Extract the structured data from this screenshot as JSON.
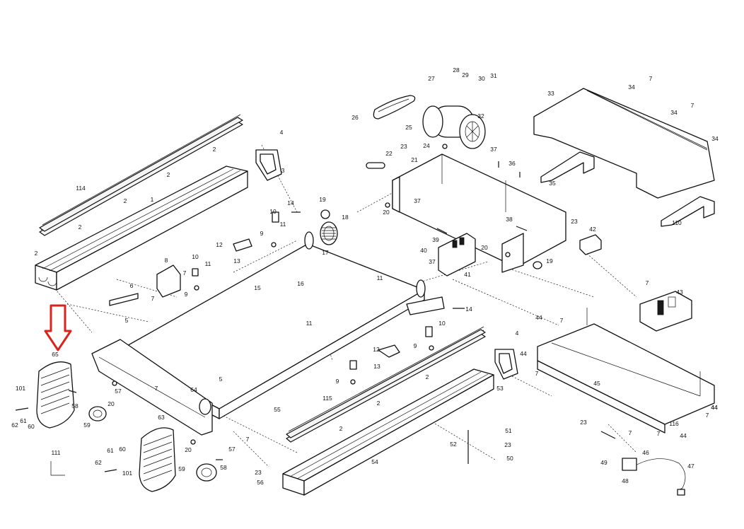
{
  "diagram": {
    "labels": [
      "1",
      "2",
      "3",
      "4",
      "5",
      "6",
      "7",
      "8",
      "9",
      "10",
      "11",
      "12",
      "13",
      "14",
      "15",
      "16",
      "17",
      "18",
      "19",
      "20",
      "21",
      "22",
      "23",
      "24",
      "25",
      "26",
      "27",
      "28",
      "29",
      "30",
      "31",
      "32",
      "33",
      "34",
      "35",
      "36",
      "37",
      "38",
      "39",
      "40",
      "41",
      "42",
      "43",
      "44",
      "45",
      "46",
      "47",
      "48",
      "49",
      "50",
      "51",
      "52",
      "53",
      "54",
      "55",
      "56",
      "57",
      "58",
      "59",
      "60",
      "61",
      "62",
      "63",
      "64",
      "65",
      "101",
      "110",
      "111",
      "114",
      "115",
      "116"
    ],
    "highlight_color": "#d9231d",
    "highlighted_part": "65"
  }
}
